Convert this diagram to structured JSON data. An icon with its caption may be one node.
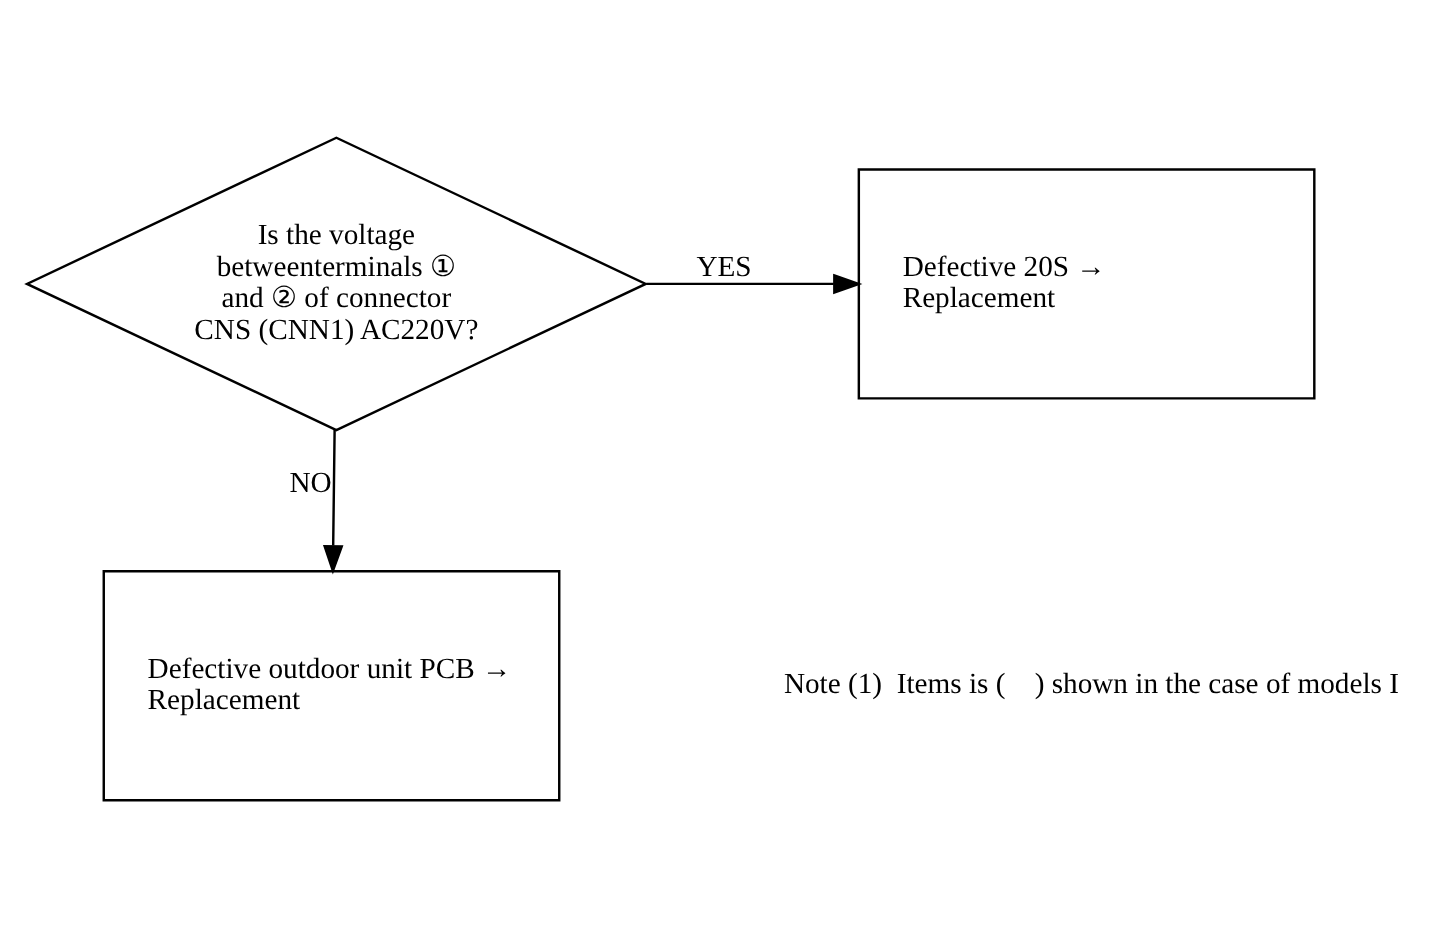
{
  "diagram": {
    "nodes": [
      {
        "text": [
          "Is the voltage betweenterminals ① and ② of connector CNS (CNN1) AC220V?"
        ]
      },
      {
        "text": [
          "Defective 20S → Replacement"
        ]
      },
      {
        "text": [
          "Defective outdoor unit PCB → Replacement"
        ]
      }
    ],
    "edges": [
      {
        "from": 0,
        "to": 1,
        "arrow": "to",
        "label": "YES"
      },
      {
        "from": 0,
        "to": 2,
        "arrow": "to",
        "label": "NO"
      }
    ],
    "labels": [
      "Note (1)  Items is (    ) shown in the case of models I"
    ]
  }
}
